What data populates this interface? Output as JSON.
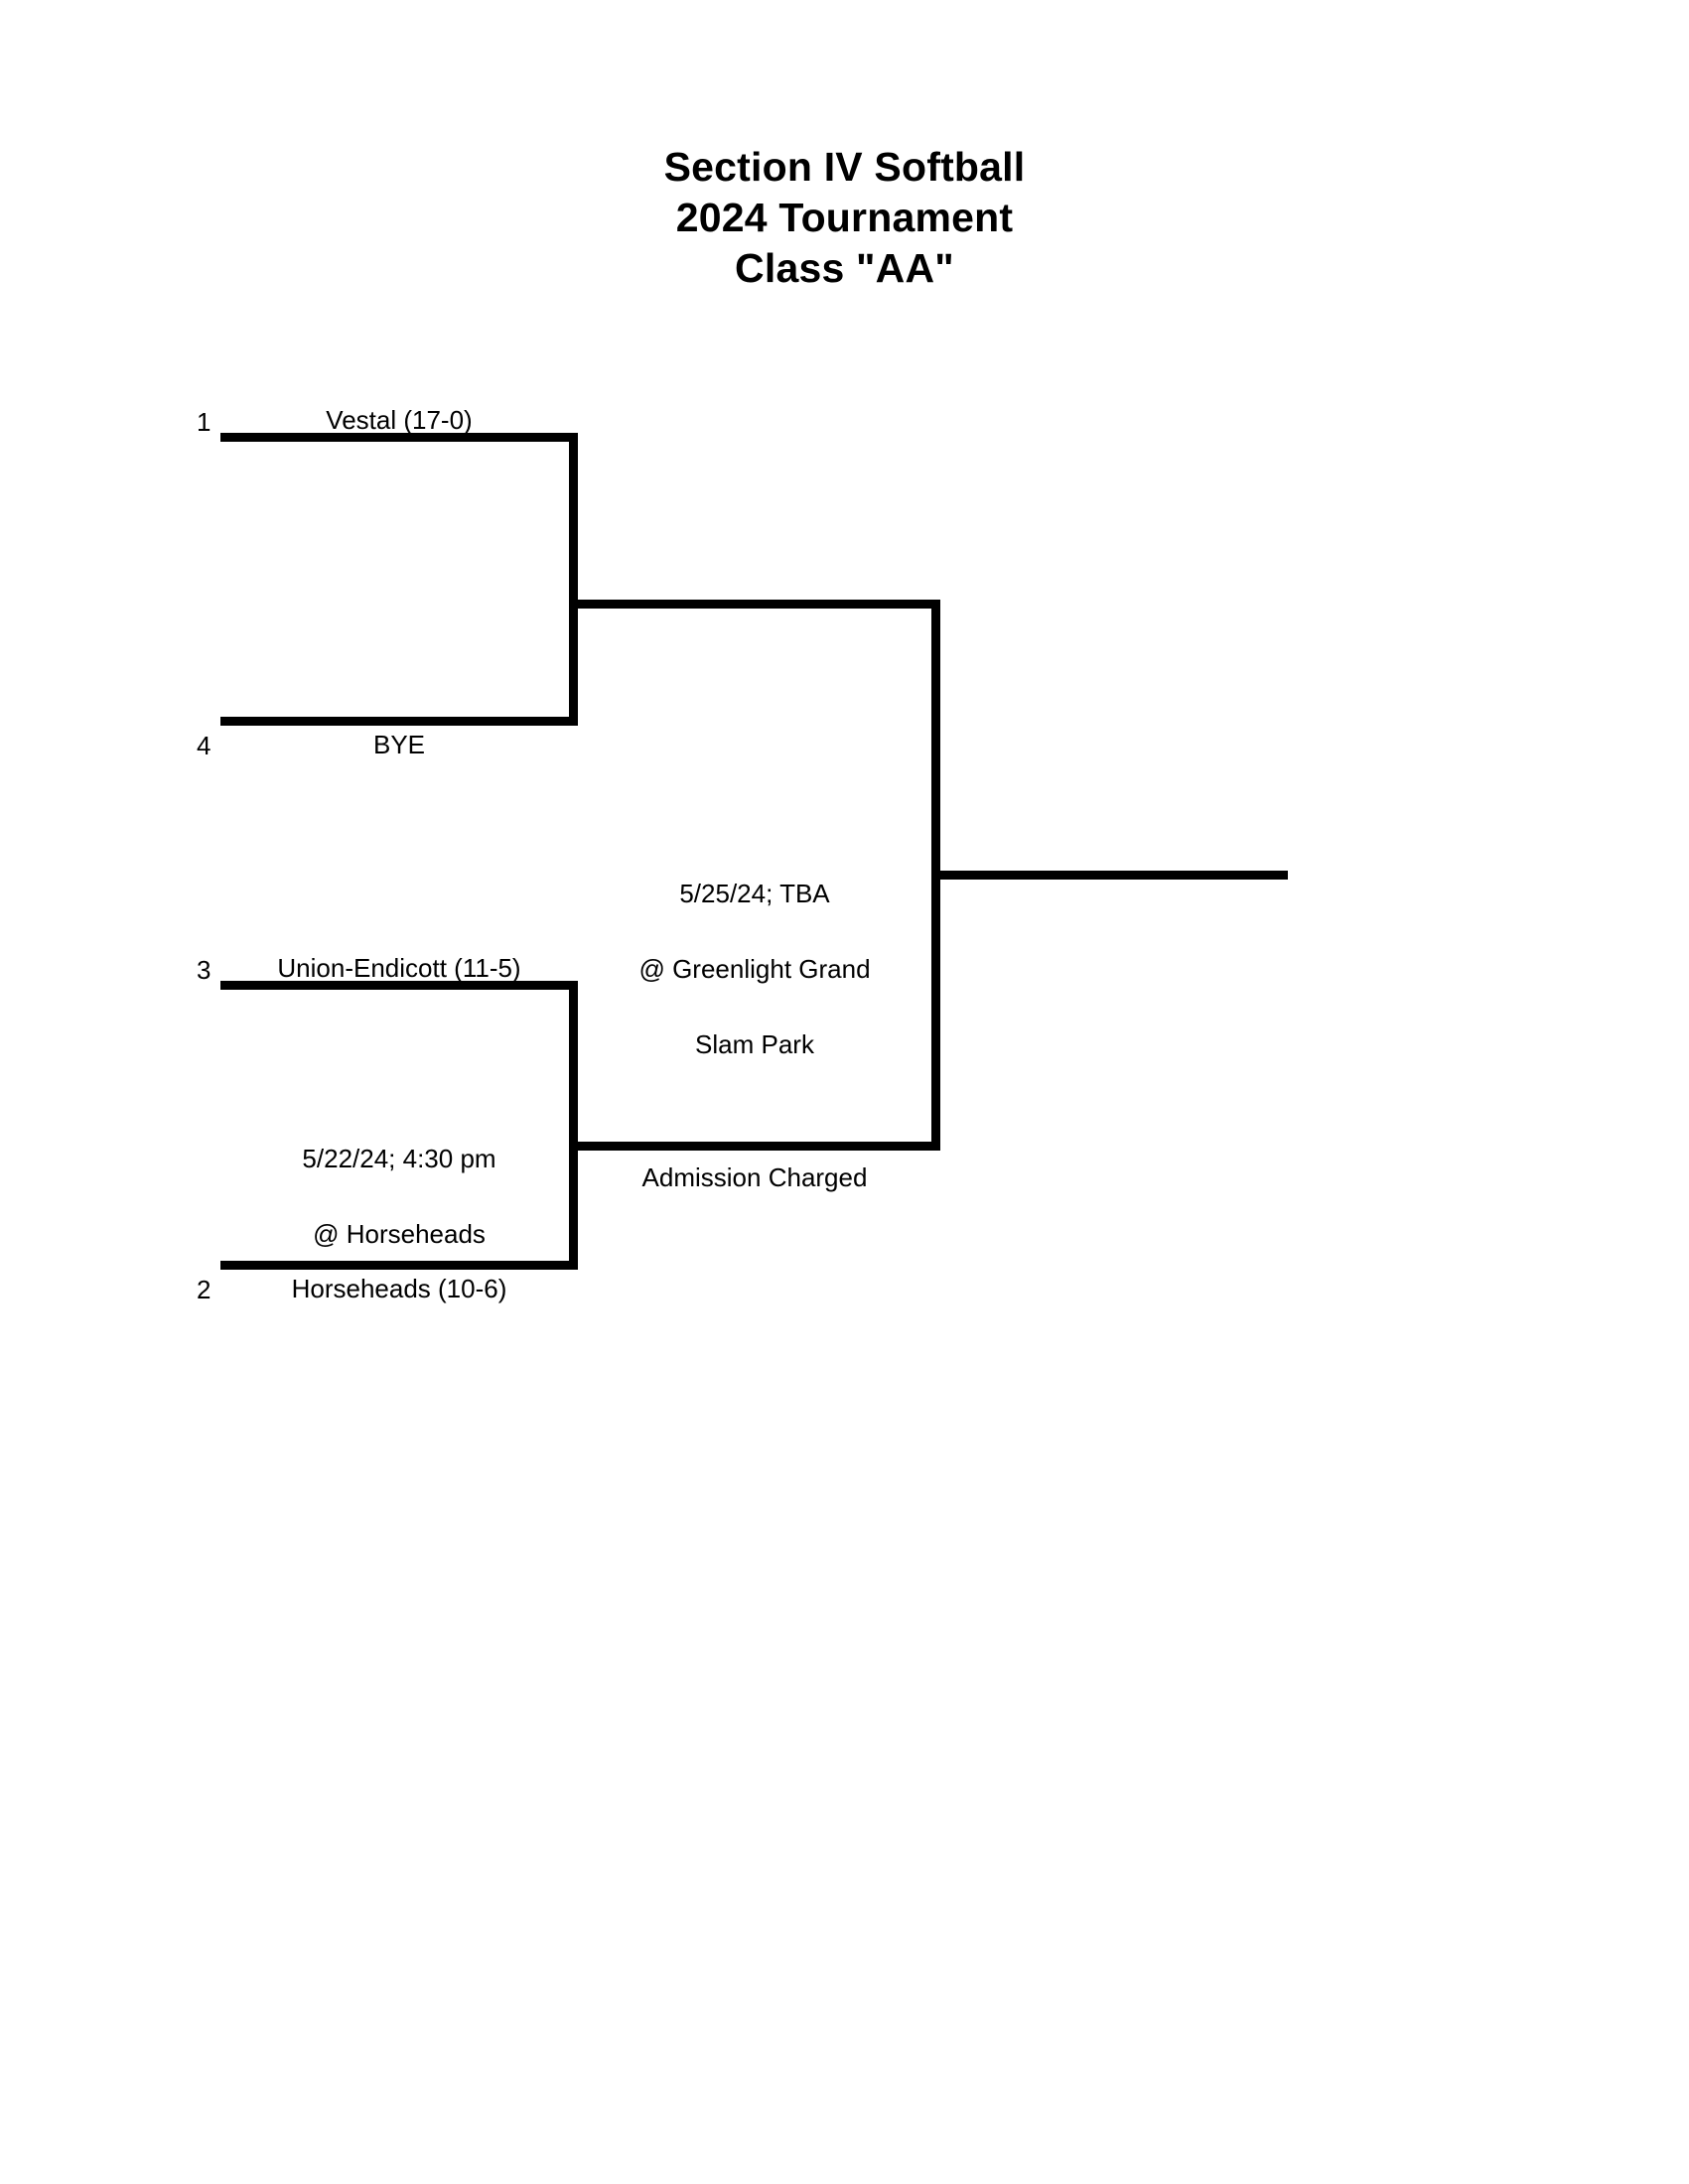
{
  "title": {
    "line1": "Section IV Softball",
    "line2": "2024 Tournament",
    "line3": "Class \"AA\""
  },
  "bracket": {
    "matchups": [
      {
        "id": "semifinal-upper",
        "top_slot": {
          "seed": "1",
          "team": "Vestal (17-0)"
        },
        "bottom_slot": {
          "seed": "4",
          "team": "BYE"
        },
        "info": []
      },
      {
        "id": "semifinal-lower",
        "top_slot": {
          "seed": "3",
          "team": "Union-Endicott (11-5)"
        },
        "bottom_slot": {
          "seed": "2",
          "team": "Horseheads (10-6)"
        },
        "info": [
          "5/22/24; 4:30 pm",
          "@ Horseheads"
        ]
      }
    ],
    "final": {
      "id": "championship",
      "info": [
        "5/25/24; TBA",
        "@ Greenlight Grand",
        "Slam Park"
      ],
      "note": "Admission Charged"
    }
  },
  "labels": {
    "seed_1": "1",
    "seed_4": "4",
    "seed_3": "3",
    "seed_2": "2",
    "team_vestal": "Vestal (17-0)",
    "team_bye": "BYE",
    "team_union_endicott": "Union-Endicott (11-5)",
    "team_horseheads": "Horseheads (10-6)",
    "final_date": "5/25/24; TBA",
    "final_venue_line1": "@ Greenlight Grand",
    "final_venue_line2": "Slam Park",
    "final_admission": "Admission Charged",
    "semi_date": "5/22/24; 4:30 pm",
    "semi_venue": "@ Horseheads"
  },
  "colors": {
    "line": "#000000",
    "text": "#000000",
    "background": "#ffffff"
  }
}
